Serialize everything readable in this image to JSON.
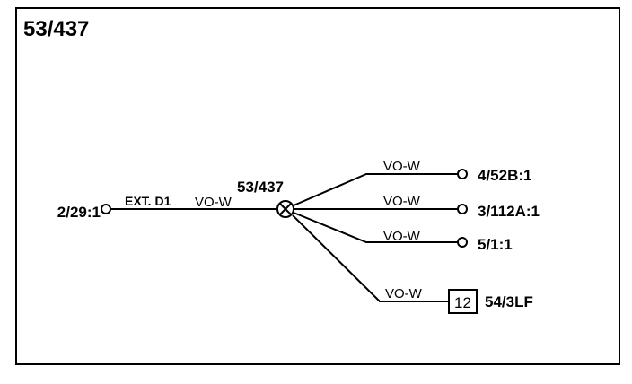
{
  "title": "53/437",
  "splice": {
    "label": "53/437"
  },
  "source": {
    "label": "2/29:1",
    "wires": [
      "EXT. D1",
      "VO-W"
    ]
  },
  "branches": [
    {
      "wire": "VO-W",
      "label": "4/52B:1"
    },
    {
      "wire": "VO-W",
      "label": "3/112A:1"
    },
    {
      "wire": "VO-W",
      "label": "5/1:1"
    },
    {
      "wire": "VO-W",
      "label": "54/3LF",
      "box": "12"
    }
  ]
}
